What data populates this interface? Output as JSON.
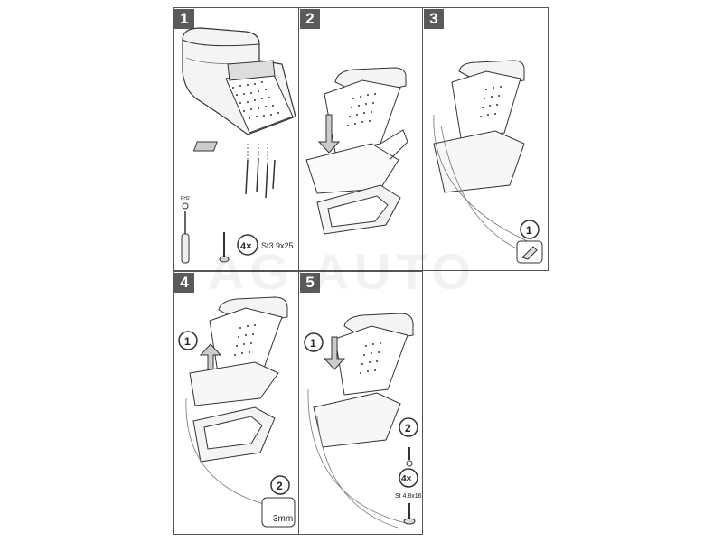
{
  "steps": [
    {
      "number": "1"
    },
    {
      "number": "2"
    },
    {
      "number": "3"
    },
    {
      "number": "4"
    },
    {
      "number": "5"
    }
  ],
  "step1": {
    "screw_count": "4×",
    "screw_spec": "St3.9x25",
    "driver_label": "PH2"
  },
  "step3": {
    "callout": "1"
  },
  "step4": {
    "callout1": "1",
    "callout2": "2",
    "drill_size": "3mm"
  },
  "step5": {
    "callout1": "1",
    "callout2": "2",
    "screw_count": "4×",
    "screw_spec": "St 4.8x16"
  },
  "watermark": "AG AUTO"
}
